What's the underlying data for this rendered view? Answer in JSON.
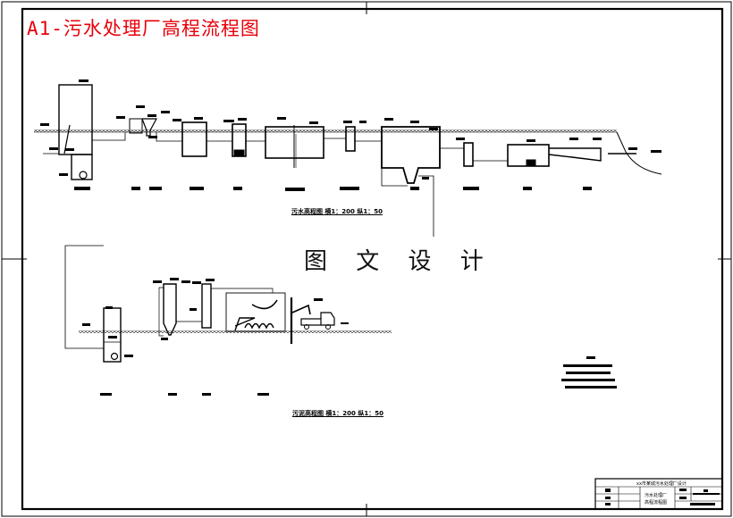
{
  "title": "A1-污水处理厂高程流程图",
  "watermark": "图 文 设 计",
  "sewage_profile": {
    "caption": "污水高程图 横1：200 纵1：50"
  },
  "sludge_profile": {
    "caption": "污泥高程图 横1：200 纵1：50"
  },
  "title_block": {
    "project": "xx市某城污水处理厂设计",
    "drawing_name_line1": "污水处理厂",
    "drawing_name_line2": "高程流程图"
  },
  "colors": {
    "title": "#e8000a",
    "lines": "#000000",
    "background": "#ffffff"
  }
}
